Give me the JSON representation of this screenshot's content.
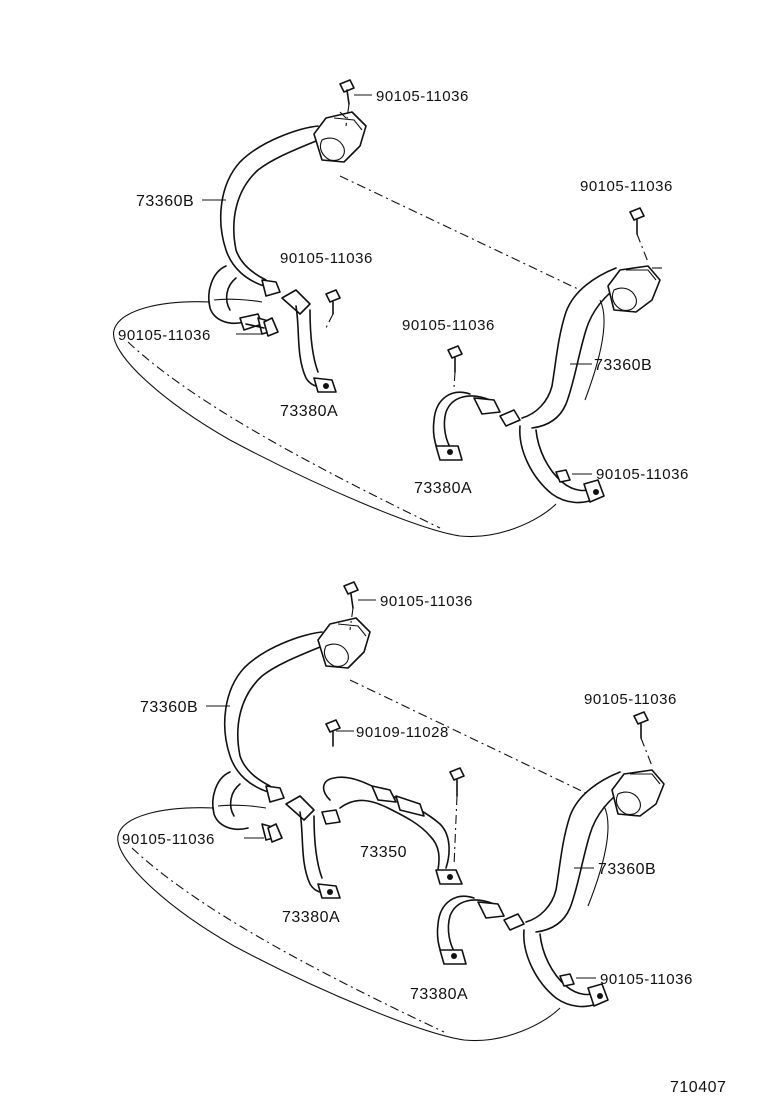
{
  "diagram_id": "710407",
  "colors": {
    "ink": "#111111",
    "background": "#ffffff"
  },
  "top_view": {
    "labels": {
      "bolt_top": "90105-11036",
      "belt_left": "73360B",
      "bolt_mid": "90105-11036",
      "bolt_left": "90105-11036",
      "buckle_left": "73380A",
      "bolt_right_top": "90105-11036",
      "bolt_center": "90105-11036",
      "belt_right": "73360B",
      "bolt_right_bottom": "90105-11036",
      "buckle_center": "73380A"
    }
  },
  "bottom_view": {
    "labels": {
      "bolt_top": "90105-11036",
      "belt_left": "73360B",
      "bolt_center": "90109-11028",
      "bolt_right_top": "90105-11036",
      "bolt_left": "90105-11036",
      "lap_belt": "73350",
      "belt_right": "73360B",
      "buckle_left": "73380A",
      "bolt_right_bottom": "90105-11036",
      "buckle_center": "73380A"
    }
  }
}
